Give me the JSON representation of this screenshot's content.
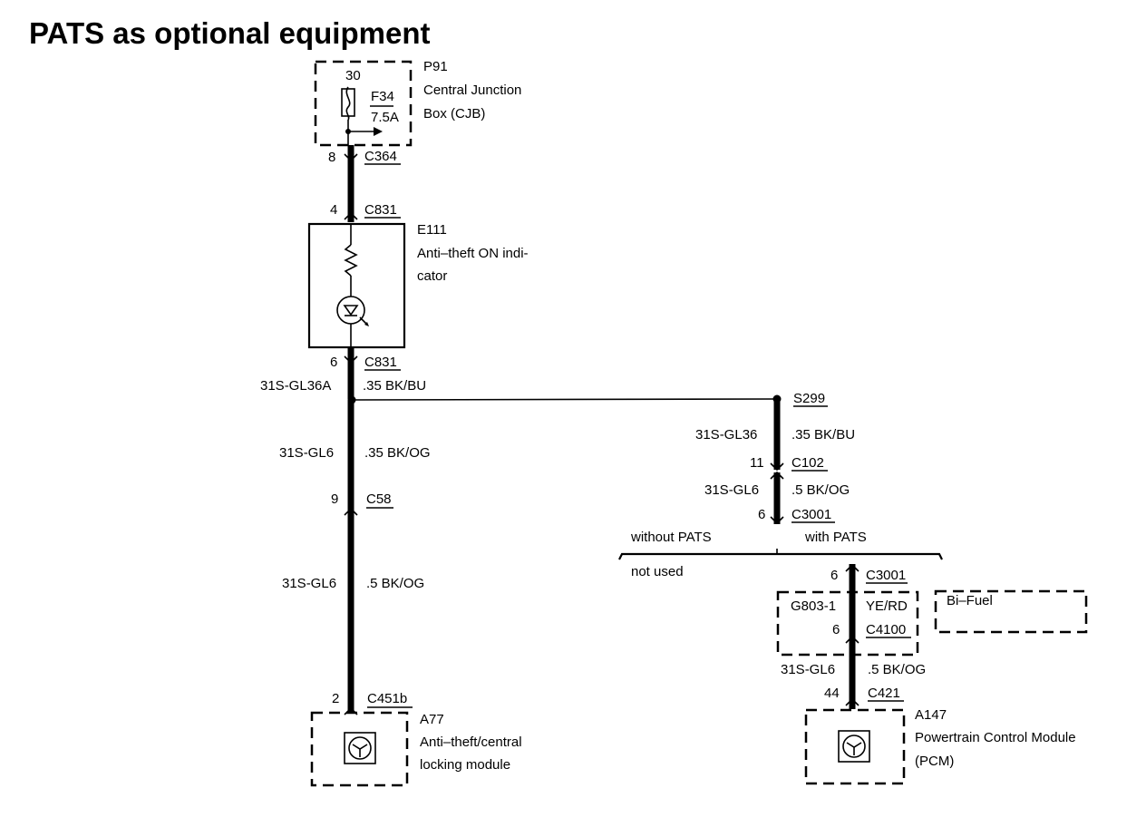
{
  "title": "PATS as optional equipment",
  "p91": {
    "ref": "P91",
    "name_line1": "Central Junction",
    "name_line2": "Box (CJB)",
    "pin": "30",
    "fuse": "F34",
    "fuse_rating": "7.5A"
  },
  "c364": {
    "pin": "8",
    "connector": "C364"
  },
  "c831_top": {
    "pin": "4",
    "connector": "C831"
  },
  "e111": {
    "ref": "E111",
    "name_line1": "Anti–theft ON indi-",
    "name_line2": "cator"
  },
  "c831_bottom": {
    "pin": "6",
    "connector": "C831"
  },
  "wire_gl36a": {
    "circuit": "31S-GL36A",
    "spec": ".35 BK/BU"
  },
  "wire_gl6_a": {
    "circuit": "31S-GL6",
    "spec": ".35 BK/OG"
  },
  "c58": {
    "pin": "9",
    "connector": "C58"
  },
  "wire_gl6_b": {
    "circuit": "31S-GL6",
    "spec": ".5 BK/OG"
  },
  "c451b": {
    "pin": "2",
    "connector": "C451b"
  },
  "a77": {
    "ref": "A77",
    "name_line1": "Anti–theft/central",
    "name_line2": "locking module"
  },
  "s299": {
    "splice": "S299"
  },
  "wire_gl36": {
    "circuit": "31S-GL36",
    "spec": ".35 BK/BU"
  },
  "c102": {
    "pin": "11",
    "connector": "C102"
  },
  "wire_gl6_c": {
    "circuit": "31S-GL6",
    "spec": ".5 BK/OG"
  },
  "c3001_top": {
    "pin": "6",
    "connector": "C3001"
  },
  "variants": {
    "without": "without PATS",
    "with": "with PATS",
    "not_used": "not used"
  },
  "c3001_bottom": {
    "pin": "6",
    "connector": "C3001"
  },
  "g803": {
    "circuit": "G803-1",
    "spec": "YE/RD",
    "pin": "6",
    "connector": "C4100"
  },
  "bifuel": {
    "label": "Bi–Fuel"
  },
  "wire_gl6_d": {
    "circuit": "31S-GL6",
    "spec": ".5 BK/OG"
  },
  "c421": {
    "pin": "44",
    "connector": "C421"
  },
  "a147": {
    "ref": "A147",
    "name_line1": "Powertrain Control Module",
    "name_line2": "(PCM)"
  }
}
